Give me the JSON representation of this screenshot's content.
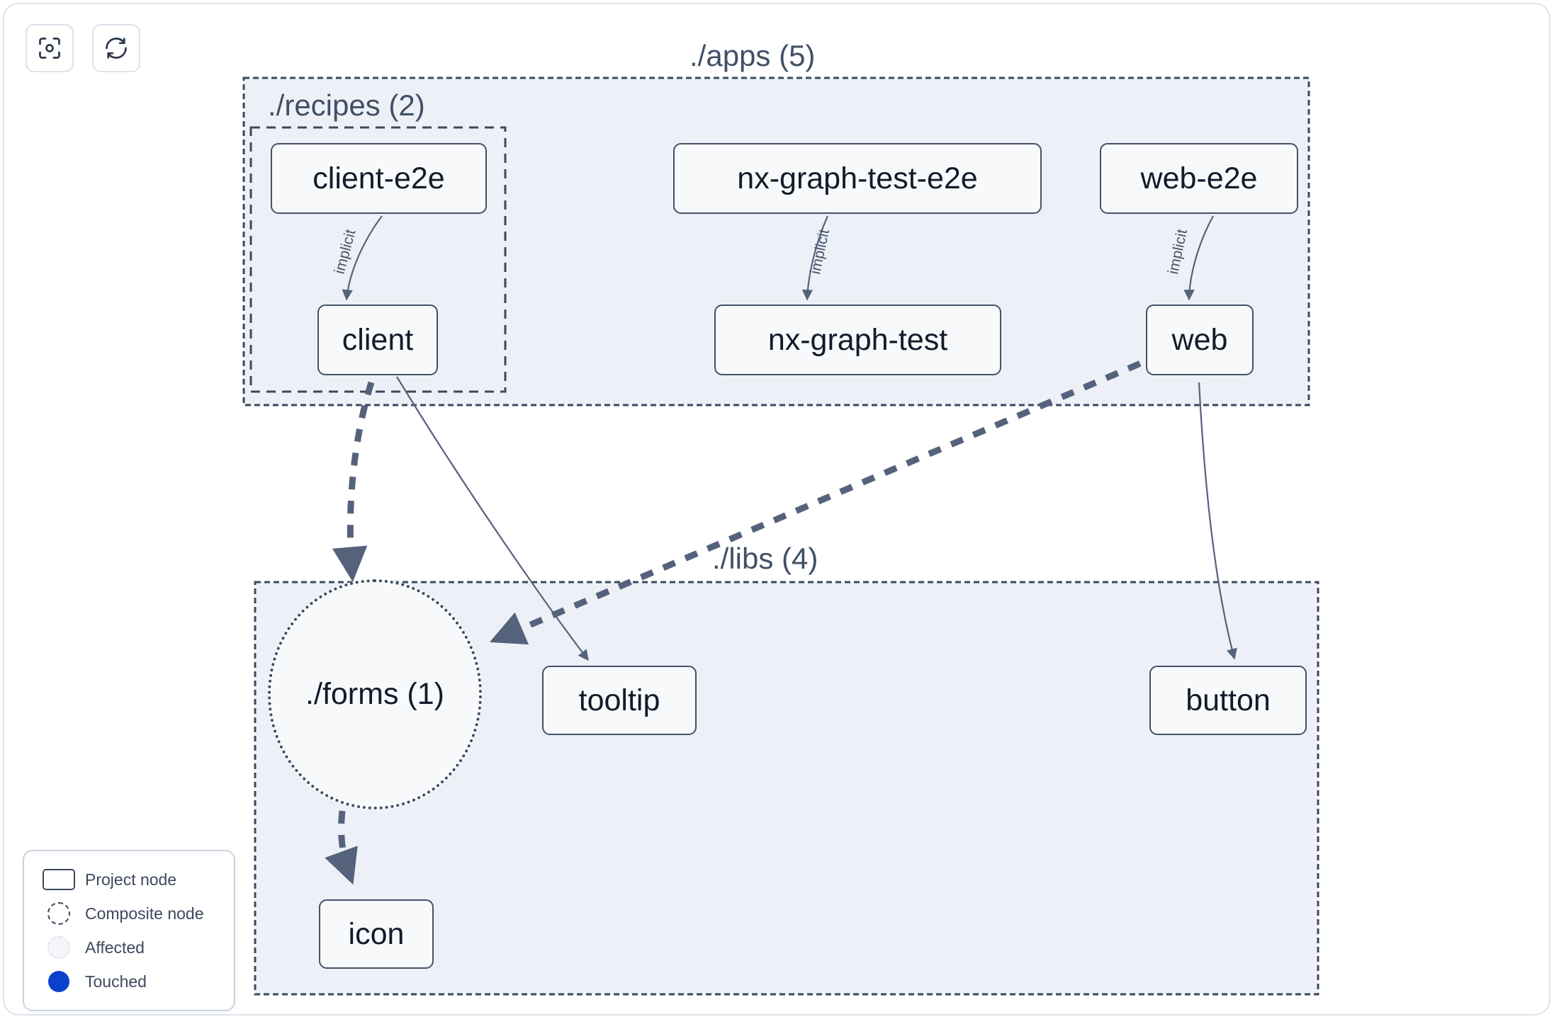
{
  "toolbar": {
    "buttons": [
      {
        "name": "focus-graph-button",
        "icon": "focus-target-icon",
        "label": ""
      },
      {
        "name": "refresh-graph-button",
        "icon": "refresh-icon",
        "label": ""
      }
    ]
  },
  "graph": {
    "groups": [
      {
        "id": "apps",
        "label": "./apps (5)"
      },
      {
        "id": "recipes",
        "label": "./recipes (2)"
      },
      {
        "id": "libs",
        "label": "./libs (4)"
      }
    ],
    "nodes": [
      {
        "id": "client-e2e",
        "label": "client-e2e",
        "type": "project"
      },
      {
        "id": "client",
        "label": "client",
        "type": "project"
      },
      {
        "id": "nx-graph-test-e2e",
        "label": "nx-graph-test-e2e",
        "type": "project"
      },
      {
        "id": "nx-graph-test",
        "label": "nx-graph-test",
        "type": "project"
      },
      {
        "id": "web-e2e",
        "label": "web-e2e",
        "type": "project"
      },
      {
        "id": "web",
        "label": "web",
        "type": "project"
      },
      {
        "id": "forms",
        "label": "./forms (1)",
        "type": "composite"
      },
      {
        "id": "tooltip",
        "label": "tooltip",
        "type": "project"
      },
      {
        "id": "button",
        "label": "button",
        "type": "project"
      },
      {
        "id": "icon",
        "label": "icon",
        "type": "project"
      }
    ],
    "edges": [
      {
        "from": "client-e2e",
        "to": "client",
        "label": "implicit",
        "style": "thin"
      },
      {
        "from": "nx-graph-test-e2e",
        "to": "nx-graph-test",
        "label": "implicit",
        "style": "thin"
      },
      {
        "from": "web-e2e",
        "to": "web",
        "label": "implicit",
        "style": "thin"
      },
      {
        "from": "client",
        "to": "forms",
        "label": "",
        "style": "thick-dashed"
      },
      {
        "from": "client",
        "to": "tooltip",
        "label": "",
        "style": "thin"
      },
      {
        "from": "web",
        "to": "forms",
        "label": "",
        "style": "thick-dashed"
      },
      {
        "from": "web",
        "to": "button",
        "label": "",
        "style": "thin"
      },
      {
        "from": "forms",
        "to": "icon",
        "label": "",
        "style": "thick-dashed"
      }
    ]
  },
  "legend": {
    "items": [
      {
        "glyph": "project-node-glyph",
        "label": "Project node"
      },
      {
        "glyph": "composite-node-glyph",
        "label": "Composite node"
      },
      {
        "glyph": "affected-node-glyph",
        "label": "Affected"
      },
      {
        "glyph": "touched-node-glyph",
        "label": "Touched"
      }
    ]
  },
  "colors": {
    "node_border": "#45516a",
    "node_fill": "#f7f9fb",
    "group_fill": "#edf1f7",
    "edge": "#55627c",
    "touched": "#0b41cd",
    "text": "#131b2b"
  }
}
